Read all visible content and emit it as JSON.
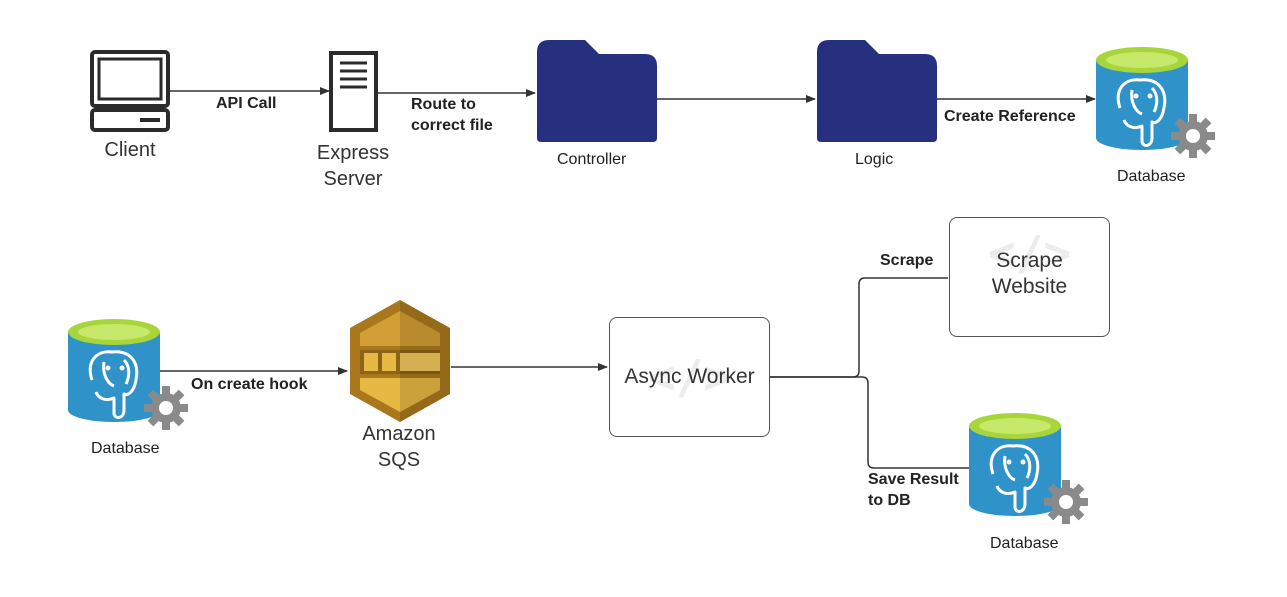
{
  "nodes": {
    "client": "Client",
    "express_server": [
      "Express",
      "Server"
    ],
    "controller": "Controller",
    "logic": "Logic",
    "database": "Database",
    "amazon_sqs": [
      "Amazon",
      "SQS"
    ],
    "async_worker": "Async Worker",
    "scrape_website": [
      "Scrape",
      "Website"
    ]
  },
  "edges": {
    "api_call": "API Call",
    "route_to": [
      "Route to",
      "correct file"
    ],
    "create_reference": "Create Reference",
    "on_create_hook": "On create hook",
    "scrape": "Scrape",
    "save_result": [
      "Save Result",
      "to DB"
    ]
  },
  "colors": {
    "folder": "#27307f",
    "db_body": "#2f93c9",
    "db_top": "#a7d53a",
    "gear": "#8a8a8a",
    "sqs_dark": "#a9781d",
    "sqs_light": "#e8b844",
    "line": "#333333"
  }
}
